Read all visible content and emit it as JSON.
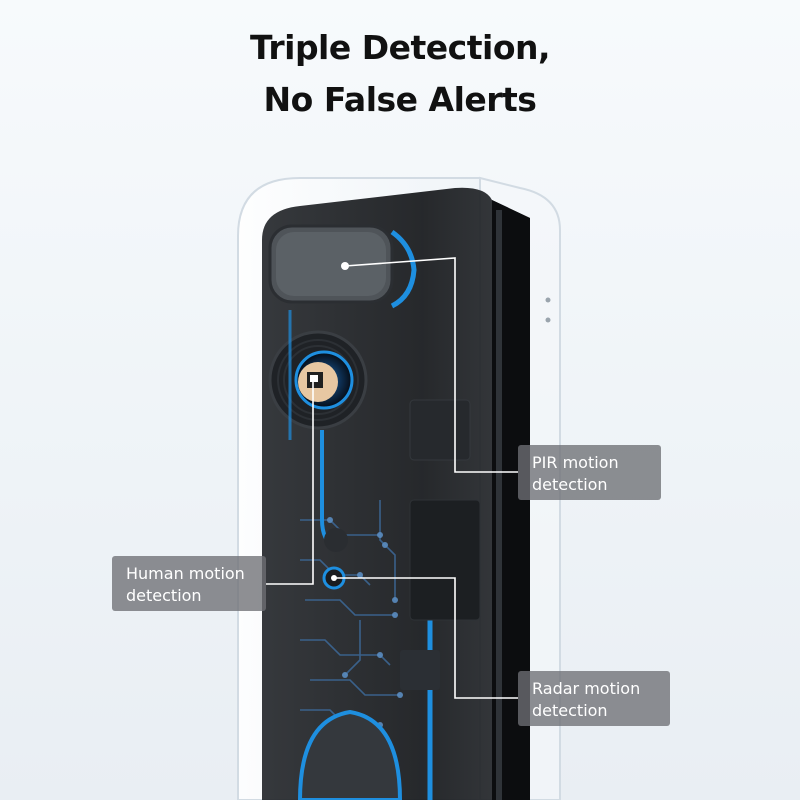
{
  "headline": {
    "line1": "Triple Detection,",
    "line2": "No False Alerts"
  },
  "callouts": {
    "pir": {
      "line1": "PIR motion",
      "line2": "detection"
    },
    "human": {
      "line1": "Human motion",
      "line2": "detection"
    },
    "radar": {
      "line1": "Radar motion",
      "line2": "detection"
    }
  },
  "colors": {
    "accent_blue": "#1e8fe0",
    "device_body": "#1a1c1f",
    "callout_bg": "#6e7074"
  }
}
